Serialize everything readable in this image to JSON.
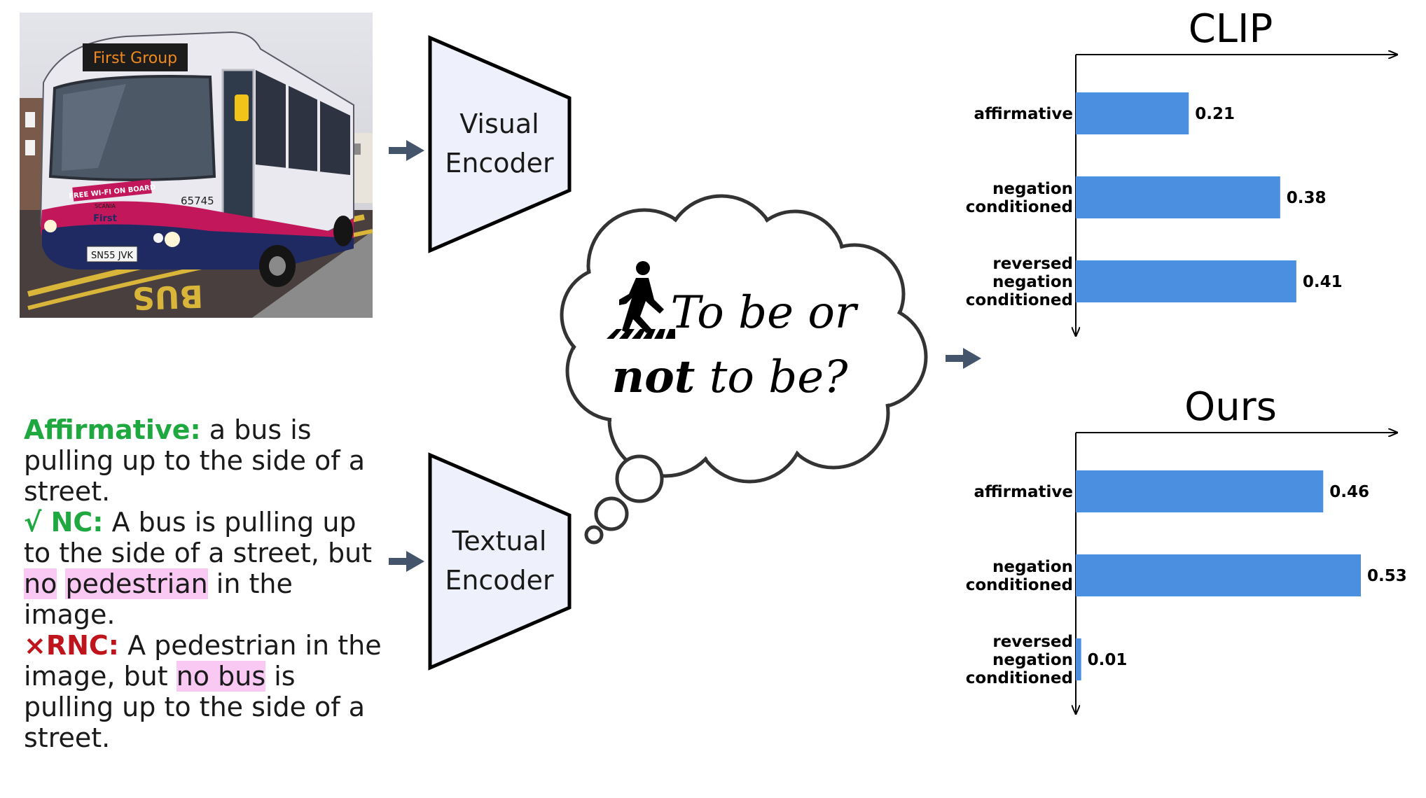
{
  "photo": {
    "destination_sign": "First Group",
    "side_banner": "FREE WI-FI ON BOARD",
    "fleet_number": "65745",
    "brand": "First",
    "maker": "SCANIA",
    "plate": "SN55 JVK",
    "road_marking": "BUS",
    "colors": {
      "body": "#e9e9ef",
      "magenta": "#c2185b",
      "navy": "#1f2a63",
      "road": "#4a3f3f",
      "sky": "#dcdde2"
    }
  },
  "encoders": {
    "visual": {
      "line1": "Visual",
      "line2": "Encoder"
    },
    "textual": {
      "line1": "Textual",
      "line2": "Encoder"
    }
  },
  "thought": {
    "icon": "pedestrian-crossing-icon",
    "line1": "To be or",
    "line2_bold": "not",
    "line2_rest": "to be?"
  },
  "captions": {
    "affirmative": {
      "label": "Affirmative:",
      "text": "a bus is pulling up to the side of a street."
    },
    "nc": {
      "label": "√ NC:",
      "part1": "A bus is pulling up to the side of a street, but",
      "highlight1": "no",
      "highlight2": "pedestrian",
      "part2": "in the image."
    },
    "rnc": {
      "label": "×RNC:",
      "part1": "A pedestrian in the image, but",
      "highlight": "no bus",
      "part2": "is pulling up to the side of a street."
    }
  },
  "colors": {
    "bar": "#4a8fe0",
    "highlight": "#f9c9f3",
    "green": "#1fa83f",
    "red": "#c0141c",
    "arrow": "#44546a",
    "encoder_fill": "#eef0fb"
  },
  "chart_data": [
    {
      "type": "bar",
      "orientation": "horizontal",
      "title": "CLIP",
      "categories": [
        [
          "affirmative"
        ],
        [
          "negation",
          "conditioned"
        ],
        [
          "reversed",
          "negation",
          "conditioned"
        ]
      ],
      "values": [
        0.21,
        0.38,
        0.41
      ],
      "value_labels": [
        "0.21",
        "0.38",
        "0.41"
      ],
      "xlim": [
        0,
        0.6
      ],
      "grid": false
    },
    {
      "type": "bar",
      "orientation": "horizontal",
      "title": "Ours",
      "categories": [
        [
          "affirmative"
        ],
        [
          "negation",
          "conditioned"
        ],
        [
          "reversed",
          "negation",
          "conditioned"
        ]
      ],
      "values": [
        0.46,
        0.53,
        0.01
      ],
      "value_labels": [
        "0.46",
        "0.53",
        "0.01"
      ],
      "xlim": [
        0,
        0.6
      ],
      "grid": false
    }
  ]
}
